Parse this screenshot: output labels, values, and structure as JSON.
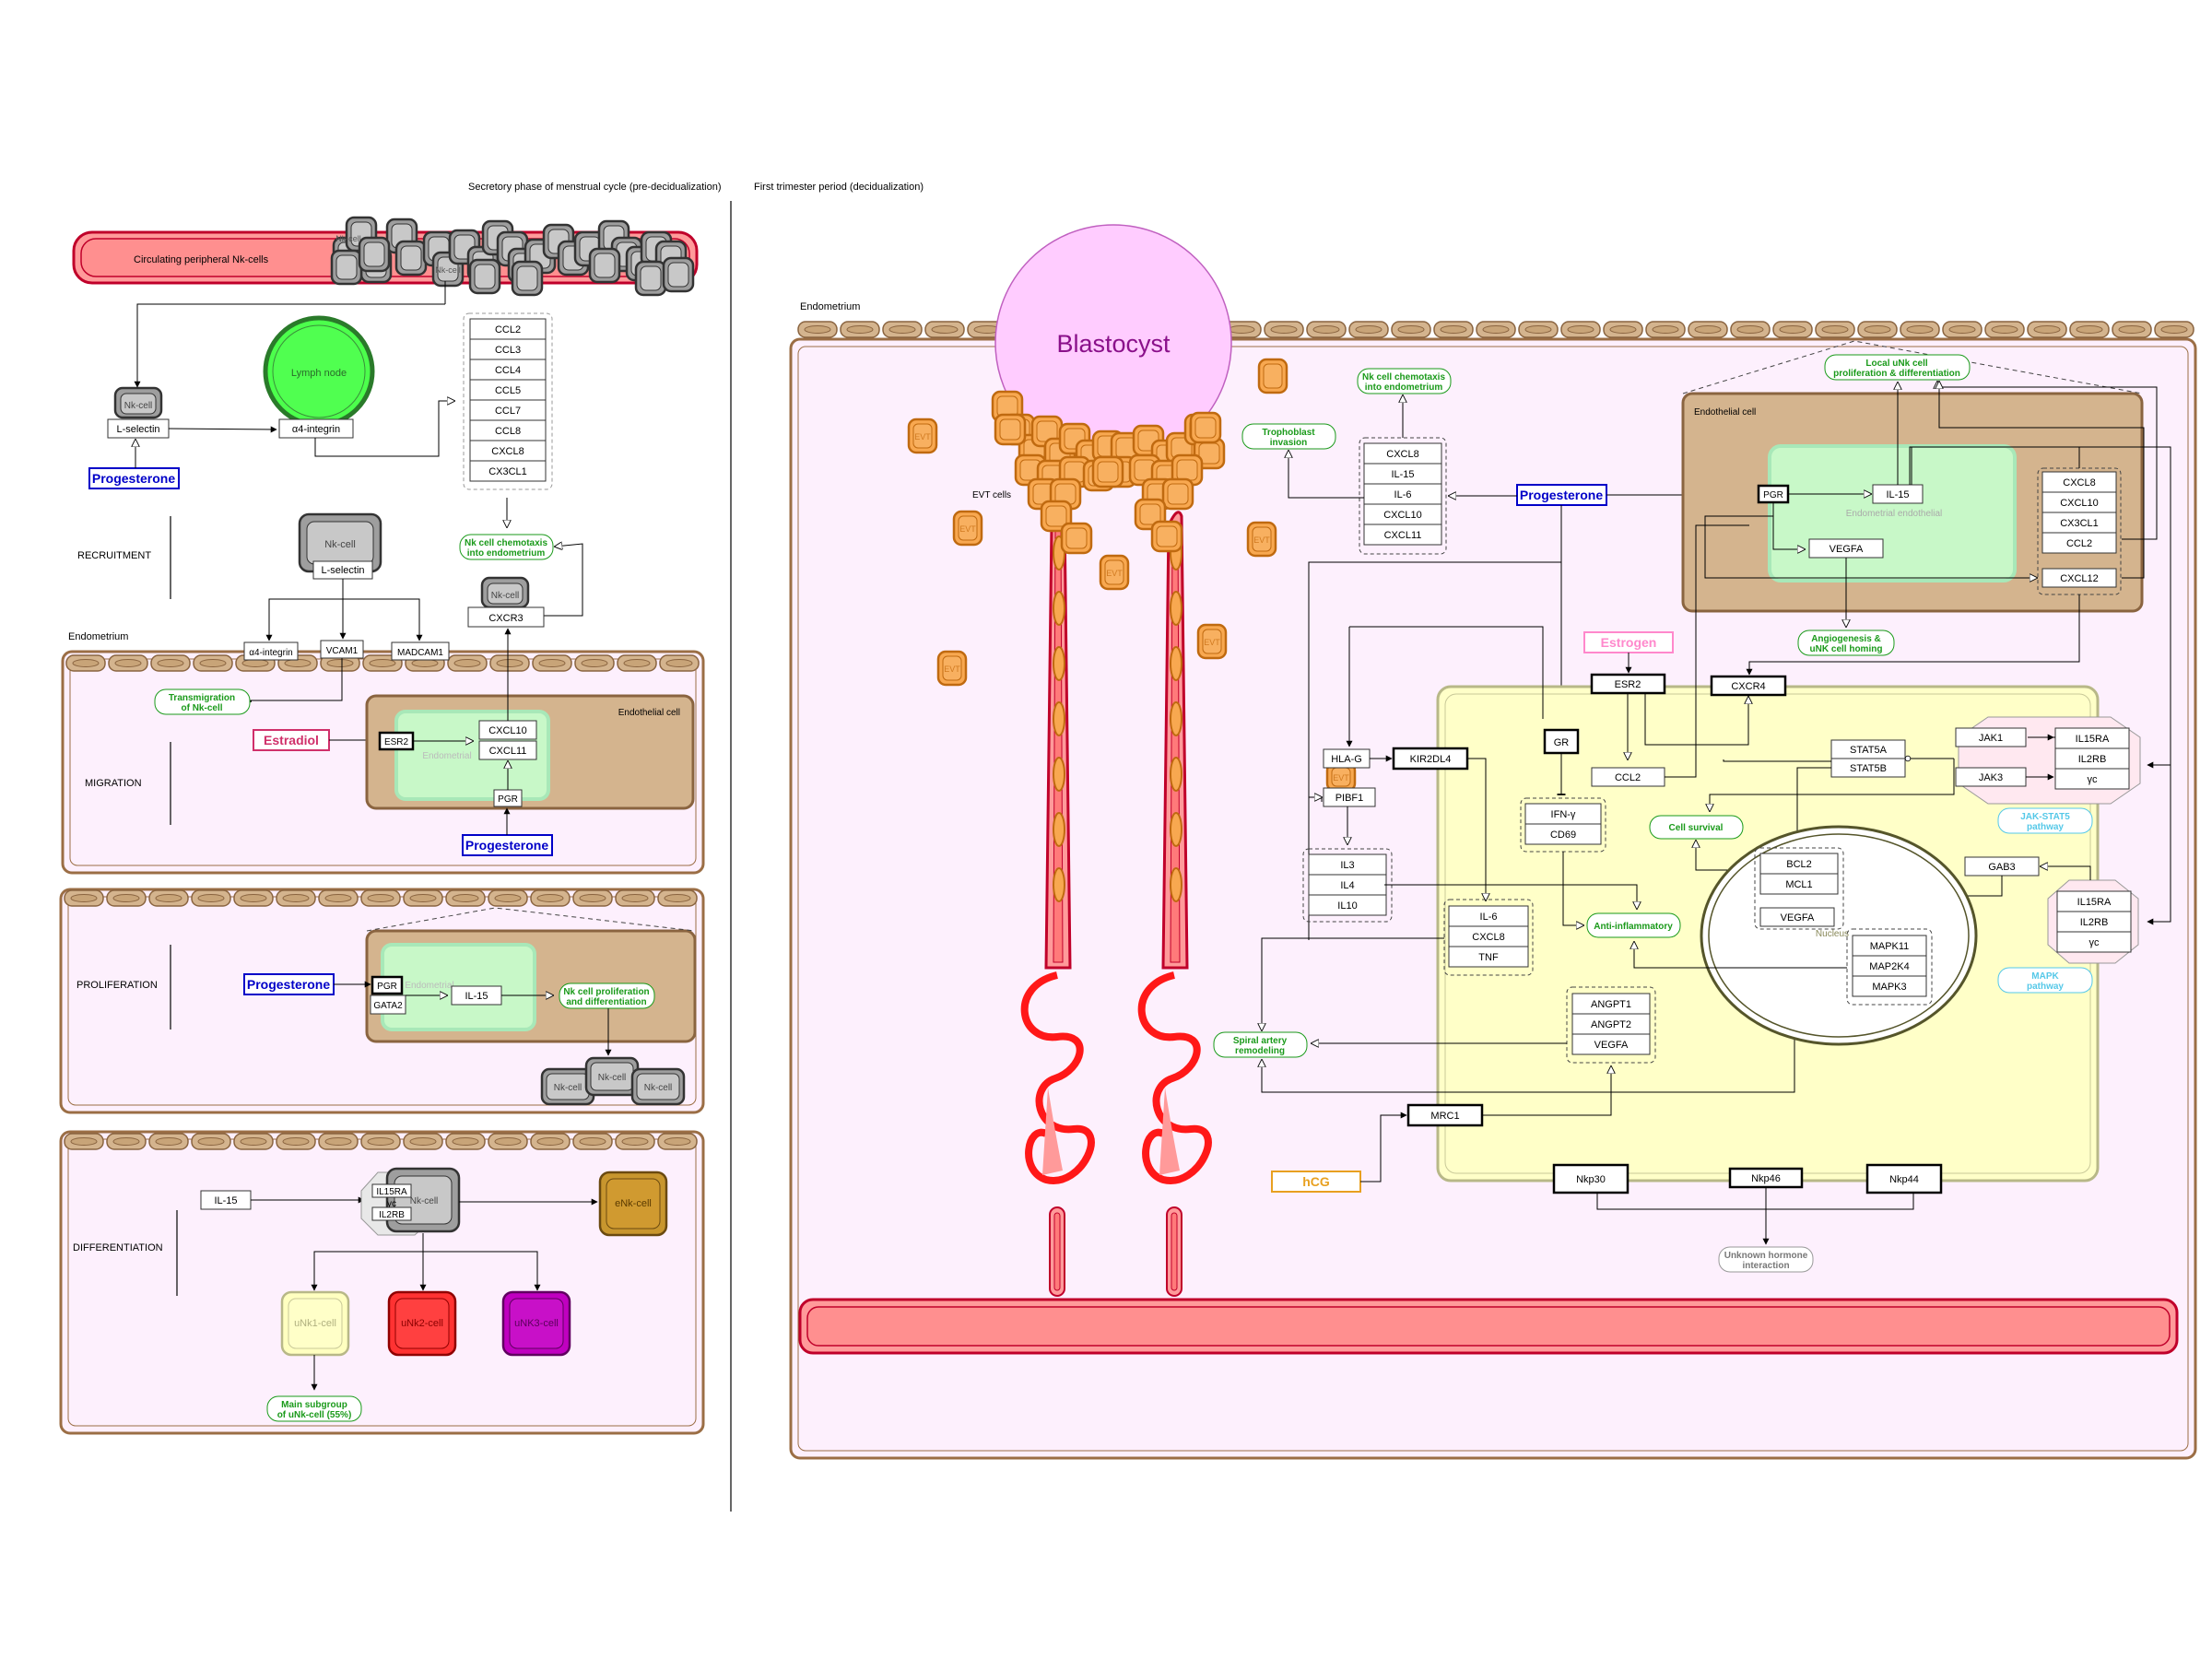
{
  "headings": {
    "secretory": "Secretory phase of menstrual cycle (pre-decidualization)",
    "first_trimester": "First trimester period (decidualization)"
  },
  "left": {
    "circulating": "Circulating peripheral Nk-cells",
    "nk_cell": "Nk-cell",
    "l_selectin": "L-selectin",
    "a4_integrin": "α4-integrin",
    "lymph_node": "Lymph node",
    "progesterone": "Progesterone",
    "chemokines": [
      "CCL2",
      "CCL3",
      "CCL4",
      "CCL5",
      "CCL7",
      "CCL8",
      "CXCL8",
      "CX3CL1"
    ],
    "chemotaxis": [
      "Nk cell chemotaxis",
      "into endometrium"
    ],
    "cxcr3": "CXCR3",
    "recruitment": "RECRUITMENT",
    "endometrium": "Endometrium",
    "vcam1": "VCAM1",
    "madcam1": "MADCAM1",
    "transmigration": [
      "Transmigration",
      "of Nk-cell"
    ],
    "migration": "MIGRATION",
    "estradiol": "Estradiol",
    "esr2": "ESR2",
    "endothelial_cell": "Endothelial cell",
    "endometrial": "Endometrial",
    "cxcl10": "CXCL10",
    "cxcl11": "CXCL11",
    "pgr": "PGR",
    "proliferation": "PROLIFERATION",
    "gata2": "GATA2",
    "il15": "IL-15",
    "nk_prolif": [
      "Nk cell proliferation",
      "and differentiation"
    ],
    "differentiation": "DIFFERENTIATION",
    "il15ra": "IL15RA",
    "yc": "yc",
    "il2rb": "IL2RB",
    "enk": "eNk-cell",
    "unk1": "uNk1-cell",
    "unk2": "uNk2-cell",
    "unk3": "uNK3-cell",
    "main_subgroup": [
      "Main subgroup",
      "of uNk-cell (55%)"
    ]
  },
  "right": {
    "endometrium": "Endometrium",
    "blastocyst": "Blastocyst",
    "evt_cells": "EVT cells",
    "evt": "EVT",
    "trophoblast": [
      "Trophoblast",
      "invasion"
    ],
    "nk_chemotaxis": [
      "Nk cell chemotaxis",
      "into endometrium"
    ],
    "cytokines": [
      "CXCL8",
      "IL-15",
      "IL-6",
      "CXCL10",
      "CXCL11"
    ],
    "progesterone": "Progesterone",
    "pgr": "PGR",
    "il15": "IL-15",
    "endothelial_cell": "Endothelial cell",
    "endothelial_faint": "Endometrial endothelial",
    "vegfa": "VEGFA",
    "local_unk": [
      "Local uNk cell",
      "proliferation & differentiation"
    ],
    "chemokines": [
      "CXCL8",
      "CXCL10",
      "CX3CL1",
      "CCL2"
    ],
    "cxcl12": "CXCL12",
    "angiogenesis": [
      "Angiogenesis &",
      "uNK cell homing"
    ],
    "estrogen": "Estrogen",
    "esr2": "ESR2",
    "cxcr4": "CXCR4",
    "gr": "GR",
    "ccl2": "CCL2",
    "hla_g": "HLA-G",
    "kir2dl4": "KIR2DL4",
    "pibf1": "PIBF1",
    "interleukins": [
      "IL3",
      "IL4",
      "IL10"
    ],
    "ifn_group": [
      "IFN-γ",
      "CD69"
    ],
    "inflam_group": [
      "IL-6",
      "CXCL8",
      "TNF"
    ],
    "anti_inflammatory": "Anti-inflammatory",
    "cell_survival": "Cell survival",
    "stat": [
      "STAT5A",
      "STAT5B"
    ],
    "jak1": "JAK1",
    "jak3": "JAK3",
    "receptor": [
      "IL15RA",
      "IL2RB",
      "γc"
    ],
    "jak_stat": [
      "JAK-STAT5",
      "pathway"
    ],
    "gab3": "GAB3",
    "mapk_pathway": [
      "MAPK",
      "pathway"
    ],
    "bcl": [
      "BCL2",
      "MCL1"
    ],
    "vegfa_nucleus": "VEGFA",
    "nucleus": "Nucleus",
    "mapk": [
      "MAPK11",
      "MAP2K4",
      "MAPK3"
    ],
    "angpt": [
      "ANGPT1",
      "ANGPT2",
      "VEGFA"
    ],
    "spiral": [
      "Spiral artery",
      "remodeling"
    ],
    "mrc1": "MRC1",
    "hcg": "hCG",
    "nkp30": "Nkp30",
    "nkp46": "Nkp46",
    "nkp44": "Nkp44",
    "unknown": [
      "Unknown hormone",
      "interaction"
    ]
  }
}
